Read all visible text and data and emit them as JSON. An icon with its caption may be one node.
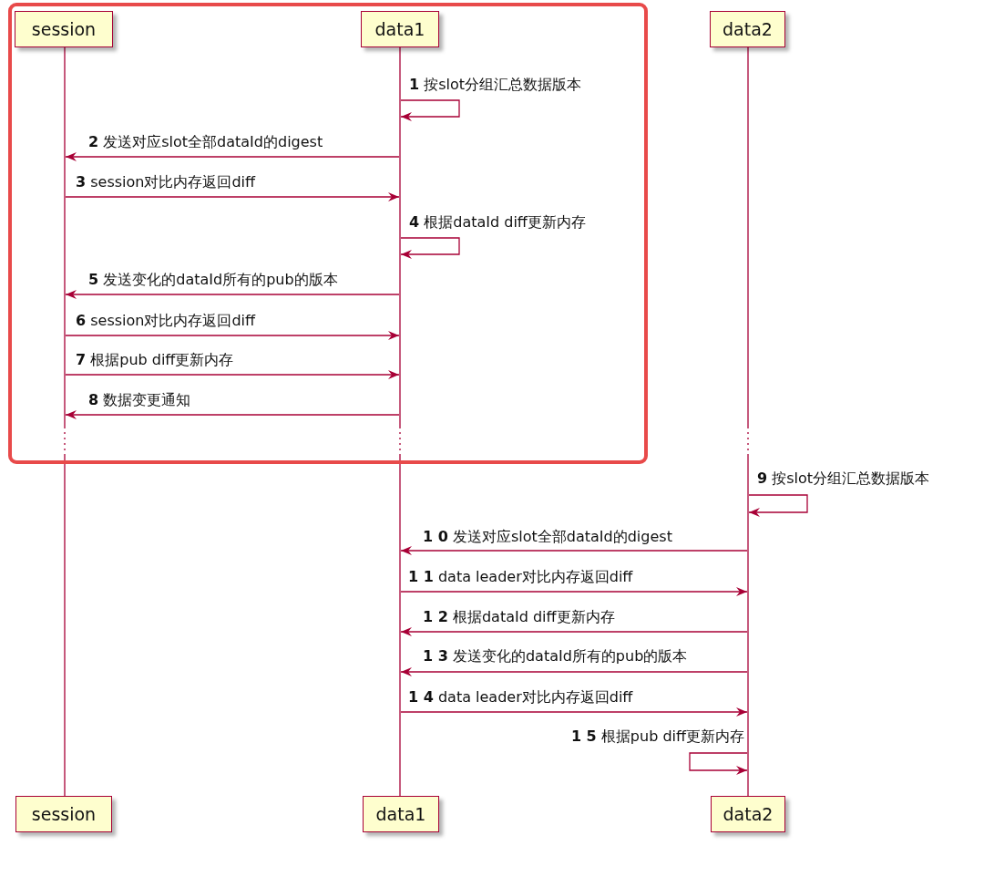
{
  "diagram": {
    "nodes": [
      {
        "text": [],
        "shape": "box"
      },
      {
        "text": [
          "session"
        ],
        "in": 0
      },
      {
        "text": [
          "data1"
        ],
        "in": 0
      },
      {
        "text": [
          "data2"
        ]
      },
      {
        "text": [],
        "shape": "bar"
      },
      {
        "text": [],
        "shape": "bar"
      },
      {
        "text": [],
        "shape": "bar"
      },
      {
        "text": [
          "session"
        ]
      },
      {
        "text": [
          "data1"
        ]
      },
      {
        "text": [
          "data2"
        ]
      }
    ],
    "edges": [
      {
        "from": 5,
        "to": 5,
        "arrow": "to",
        "label": "**1** 按slot分组汇总数据版本"
      },
      {
        "from": 5,
        "to": 4,
        "arrow": "to",
        "label": "**2** 发送对应slot全部dataId的digest"
      },
      {
        "from": 4,
        "to": 5,
        "arrow": "to",
        "label": "**3** session对比内存返回diff"
      },
      {
        "from": 5,
        "to": 5,
        "arrow": "to",
        "label": "**4** 根据dataId diff更新内存"
      },
      {
        "from": 5,
        "to": 4,
        "arrow": "to",
        "label": "**5** 发送变化的dataId所有的pub的版本"
      },
      {
        "from": 4,
        "to": 5,
        "arrow": "to",
        "label": "**6** session对比内存返回diff"
      },
      {
        "from": 4,
        "to": 5,
        "arrow": "to",
        "label": "**7** 根据pub diff更新内存"
      },
      {
        "from": 5,
        "to": 4,
        "arrow": "to",
        "label": "**8** 数据变更通知"
      },
      {
        "from": 6,
        "to": 6,
        "arrow": "to",
        "label": "**9** 按slot分组汇总数据版本"
      },
      {
        "from": 6,
        "to": 5,
        "arrow": "to",
        "label": "**1 0** 发送对应slot全部dataId的digest"
      },
      {
        "from": 5,
        "to": 6,
        "arrow": "to",
        "label": "**1 1** data leader对比内存返回diff"
      },
      {
        "from": 6,
        "to": 5,
        "arrow": "to",
        "label": "**1 2** 根据dataId diff更新内存"
      },
      {
        "from": 6,
        "to": 5,
        "arrow": "to",
        "label": "**1 3** 发送变化的dataId所有的pub的版本"
      },
      {
        "from": 5,
        "to": 6,
        "arrow": "to",
        "label": "**1 4** data leader对比内存返回diff"
      },
      {
        "from": 6,
        "to": 6,
        "arrow": "to",
        "label": "**1 5** 根据pub diff更新内存"
      }
    ]
  }
}
